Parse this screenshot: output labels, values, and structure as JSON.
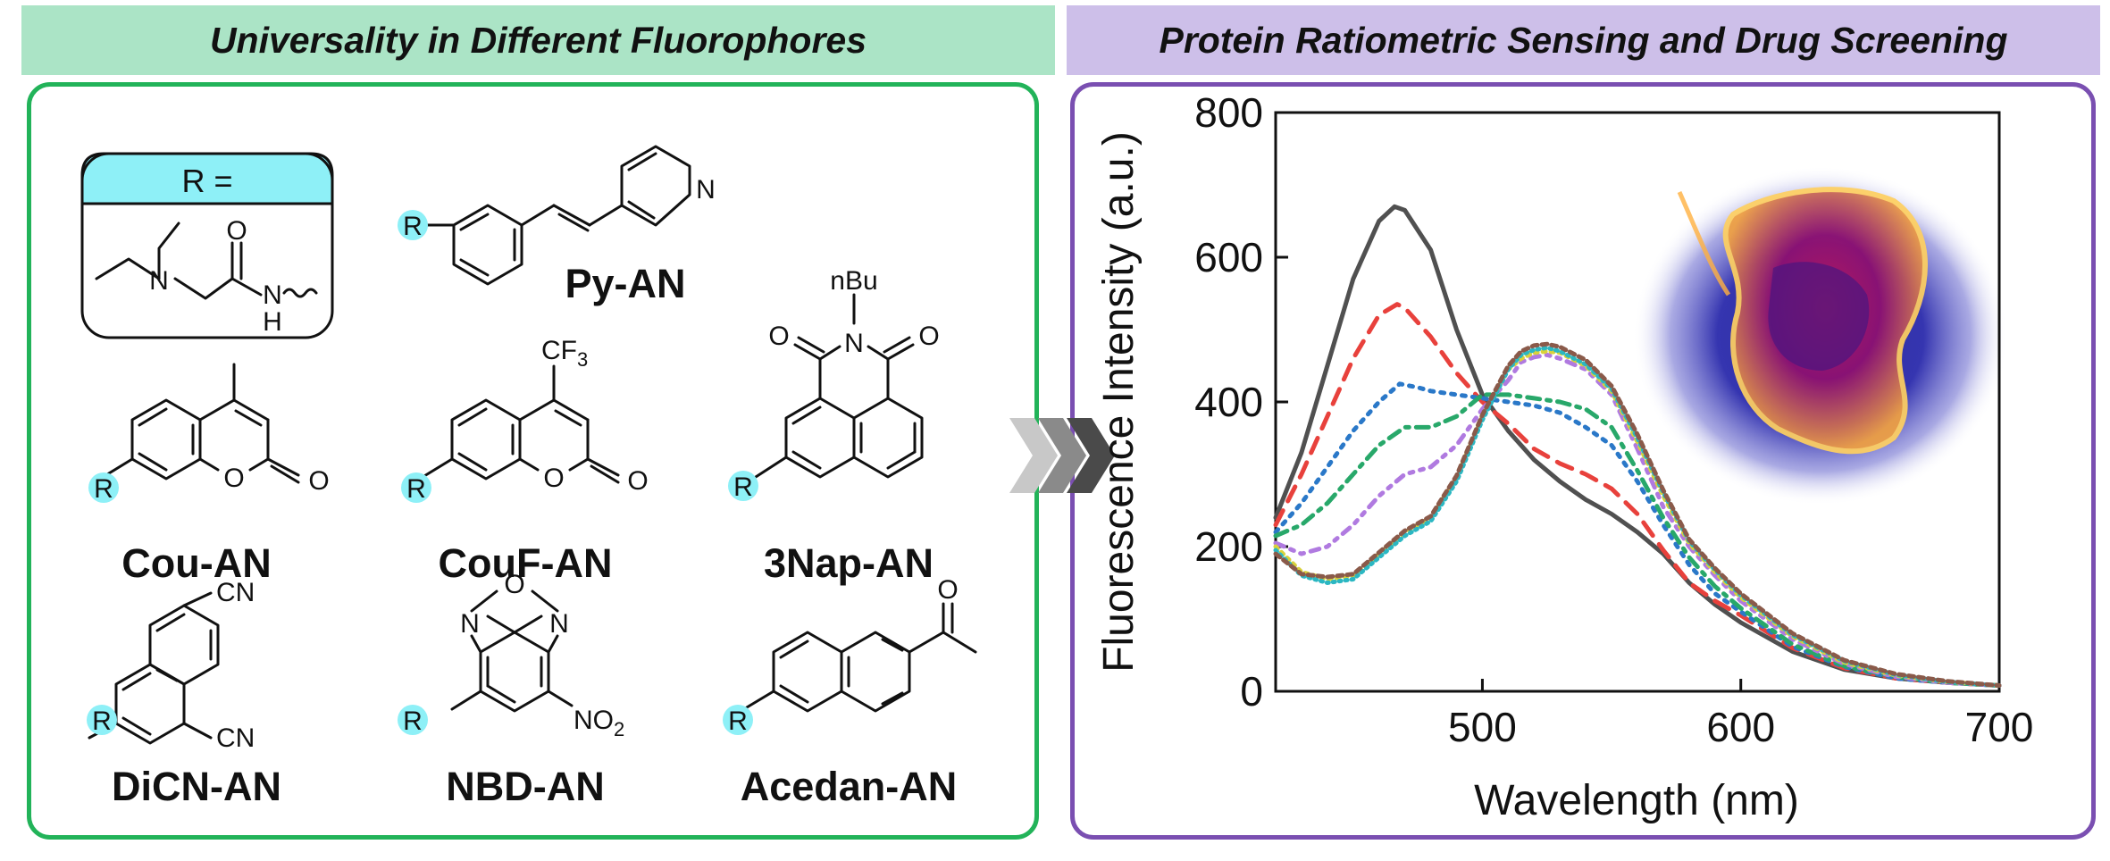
{
  "banners": {
    "left": "Universality in Different Fluorophores",
    "right": "Protein Ratiometric Sensing and Drug Screening"
  },
  "r_group": {
    "header": "R =",
    "atoms": {
      "N": "N",
      "O": "O",
      "NH_N": "N",
      "NH_H": "H"
    }
  },
  "atoms": {
    "R": "R",
    "O": "O",
    "N": "N",
    "CF3": "CF",
    "CF3_sub": "3",
    "nBu": "nBu",
    "CN": "CN",
    "NO2": "NO",
    "NO2_sub": "2"
  },
  "compounds": {
    "py": "Py-AN",
    "cou": "Cou-AN",
    "couf": "CouF-AN",
    "nap": "3Nap-AN",
    "dicn": "DiCN-AN",
    "nbd": "NBD-AN",
    "acedan": "Acedan-AN"
  },
  "colors": {
    "left_accent": "#22b359",
    "right_accent": "#7a4fb1",
    "left_banner": "#abe4c6",
    "right_banner": "#cdbfe9",
    "r_highlight": "#8ef0f7"
  },
  "chart_data": {
    "type": "line",
    "xlabel": "Wavelength (nm)",
    "ylabel": "Fluorescence Intensity (a.u.)",
    "xlim": [
      420,
      700
    ],
    "ylim": [
      0,
      800
    ],
    "xticks": [
      500,
      600,
      700
    ],
    "yticks": [
      0,
      200,
      400,
      600,
      800
    ],
    "grid": false,
    "legend": "none",
    "series": [
      {
        "color": "#505050",
        "dash": "none",
        "x": [
          420,
          430,
          440,
          450,
          460,
          466,
          470,
          480,
          490,
          500,
          510,
          520,
          530,
          540,
          550,
          560,
          570,
          580,
          590,
          600,
          620,
          640,
          660,
          680,
          700
        ],
        "y": [
          240,
          330,
          450,
          570,
          650,
          670,
          665,
          610,
          500,
          410,
          360,
          320,
          290,
          265,
          245,
          220,
          190,
          150,
          120,
          95,
          55,
          30,
          18,
          12,
          8
        ]
      },
      {
        "color": "#e8413c",
        "dash": "18,12",
        "x": [
          420,
          430,
          440,
          450,
          460,
          467,
          470,
          480,
          490,
          500,
          510,
          520,
          530,
          540,
          550,
          560,
          570,
          580,
          590,
          600,
          620,
          640,
          660,
          680,
          700
        ],
        "y": [
          230,
          300,
          380,
          460,
          520,
          535,
          530,
          490,
          440,
          400,
          370,
          335,
          315,
          300,
          280,
          245,
          195,
          150,
          125,
          105,
          60,
          32,
          18,
          12,
          8
        ]
      },
      {
        "color": "#2a78c8",
        "dash": "4,8",
        "x": [
          420,
          430,
          440,
          450,
          460,
          468,
          475,
          480,
          490,
          500,
          510,
          520,
          530,
          540,
          550,
          560,
          570,
          580,
          590,
          600,
          620,
          640,
          660,
          680,
          700
        ],
        "y": [
          220,
          260,
          310,
          360,
          400,
          425,
          420,
          415,
          410,
          405,
          400,
          395,
          385,
          365,
          340,
          290,
          230,
          175,
          135,
          110,
          62,
          34,
          18,
          12,
          8
        ]
      },
      {
        "color": "#28a86a",
        "dash": "14,8,4,8",
        "x": [
          420,
          430,
          440,
          450,
          460,
          470,
          480,
          490,
          500,
          510,
          520,
          530,
          540,
          550,
          560,
          570,
          580,
          590,
          600,
          620,
          640,
          660,
          680,
          700
        ],
        "y": [
          215,
          230,
          260,
          300,
          340,
          365,
          365,
          380,
          410,
          410,
          405,
          400,
          390,
          365,
          305,
          240,
          185,
          145,
          115,
          65,
          35,
          20,
          12,
          8
        ]
      },
      {
        "color": "#b07ae0",
        "dash": "10,8,4,8,4,8",
        "x": [
          420,
          430,
          440,
          450,
          460,
          470,
          480,
          490,
          500,
          510,
          515,
          520,
          525,
          530,
          540,
          550,
          560,
          570,
          580,
          590,
          600,
          620,
          640,
          660,
          680,
          700
        ],
        "y": [
          205,
          190,
          200,
          230,
          270,
          300,
          310,
          340,
          390,
          430,
          455,
          462,
          465,
          460,
          445,
          410,
          335,
          255,
          200,
          160,
          125,
          72,
          38,
          20,
          12,
          8
        ]
      },
      {
        "color": "#d9d23a",
        "dash": "3,6",
        "x": [
          420,
          430,
          440,
          450,
          460,
          470,
          480,
          490,
          500,
          510,
          515,
          520,
          525,
          530,
          540,
          550,
          560,
          570,
          580,
          590,
          600,
          620,
          640,
          660,
          680,
          700
        ],
        "y": [
          200,
          165,
          155,
          160,
          190,
          220,
          240,
          295,
          380,
          445,
          460,
          468,
          470,
          468,
          450,
          415,
          345,
          270,
          205,
          165,
          130,
          76,
          40,
          22,
          13,
          8
        ]
      },
      {
        "color": "#2bb7c2",
        "dash": "2,5",
        "x": [
          420,
          430,
          440,
          450,
          460,
          470,
          480,
          490,
          500,
          510,
          515,
          520,
          525,
          530,
          540,
          550,
          560,
          570,
          580,
          590,
          600,
          620,
          640,
          660,
          680,
          700
        ],
        "y": [
          195,
          160,
          150,
          155,
          185,
          215,
          235,
          290,
          375,
          445,
          465,
          472,
          475,
          470,
          452,
          418,
          350,
          275,
          208,
          168,
          133,
          78,
          42,
          23,
          13,
          8
        ]
      },
      {
        "color": "#8a5a4a",
        "dash": "6,5",
        "x": [
          420,
          430,
          440,
          450,
          460,
          470,
          480,
          490,
          500,
          510,
          515,
          520,
          525,
          530,
          540,
          550,
          560,
          570,
          580,
          590,
          600,
          620,
          640,
          660,
          680,
          700
        ],
        "y": [
          190,
          162,
          158,
          162,
          192,
          222,
          242,
          298,
          382,
          450,
          470,
          478,
          480,
          476,
          458,
          422,
          355,
          278,
          210,
          170,
          135,
          80,
          43,
          24,
          14,
          8
        ]
      }
    ]
  }
}
